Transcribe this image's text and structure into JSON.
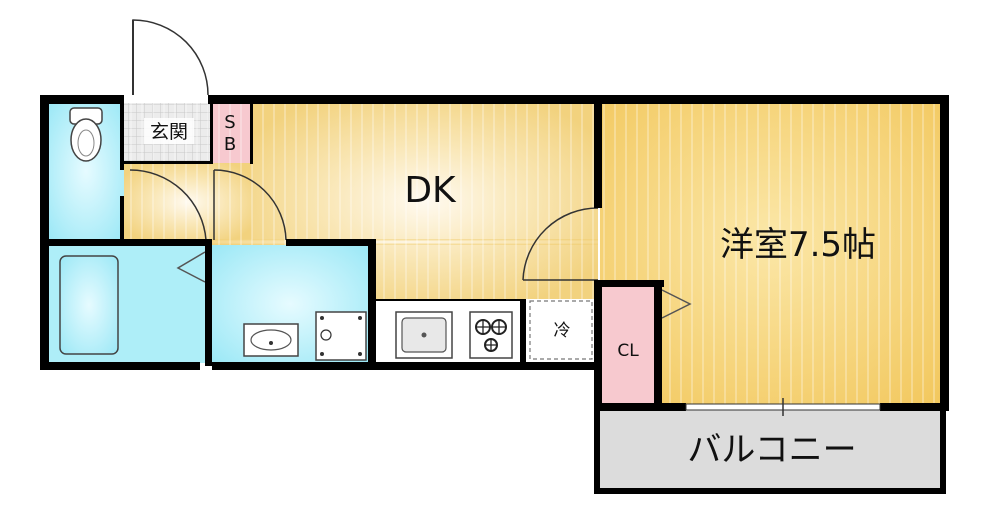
{
  "rooms": {
    "entrance": "玄関",
    "shoe_box": [
      "S",
      "B"
    ],
    "dk": "DK",
    "western_room": "洋室7.5帖",
    "fridge": "冷",
    "closet": "CL",
    "balcony": "バルコニー"
  },
  "colors": {
    "wall": "#000000",
    "wood_floor": "#f5d98a",
    "wet_area": "#aeeef8",
    "closet": "#f7c9cf",
    "balcony": "#dcdcdc",
    "tile": "#e6e6e6"
  }
}
